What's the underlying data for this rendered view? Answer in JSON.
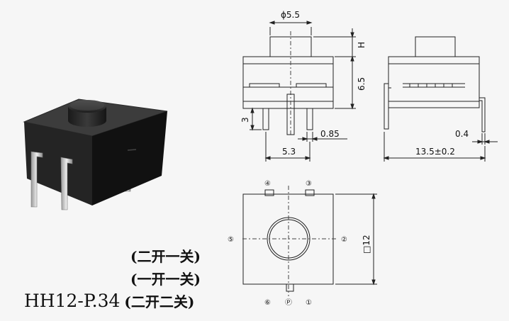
{
  "front_view": {
    "diameter_label": "ϕ5.5",
    "h_label": "H",
    "height_label": "6.5",
    "pin_length_label": "3",
    "pin_width_label": "0.85",
    "pitch_label": "5.3"
  },
  "side_view": {
    "lead_thickness_label": "0.4",
    "width_label": "13.5±0.2"
  },
  "top_view": {
    "size_label": "□12",
    "pins": {
      "p4": "④",
      "p3": "③",
      "p5": "⑤",
      "p2": "②",
      "p6": "⑥",
      "pP": "Ⓟ",
      "p1": "①"
    }
  },
  "captions": {
    "line1": "(二开一关)",
    "line2": "(一开一关)",
    "model": "HH12-P.34",
    "line3": "(二开二关)"
  }
}
